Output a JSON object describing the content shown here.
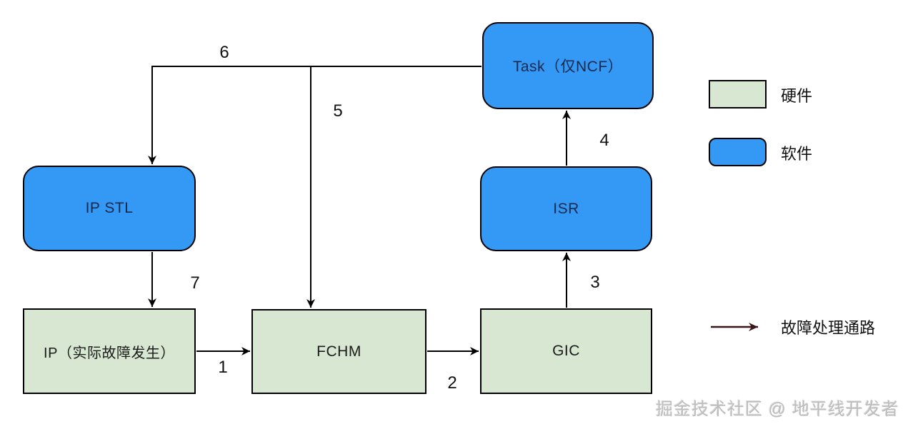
{
  "diagram": {
    "nodes": {
      "task": {
        "label": "Task（仅NCF）",
        "type": "software"
      },
      "ip_stl": {
        "label": "IP STL",
        "type": "software"
      },
      "isr": {
        "label": "ISR",
        "type": "software"
      },
      "ip": {
        "label": "IP（实际故障发生）",
        "type": "hardware"
      },
      "fchm": {
        "label": "FCHM",
        "type": "hardware"
      },
      "gic": {
        "label": "GIC",
        "type": "hardware"
      }
    },
    "edge_labels": {
      "e1": "1",
      "e2": "2",
      "e3": "3",
      "e4": "4",
      "e5": "5",
      "e6": "6",
      "e7": "7"
    },
    "edges_description": [
      "1: IP(实际故障发生) -> FCHM",
      "2: FCHM -> GIC",
      "3: GIC -> ISR",
      "4: ISR -> Task(仅NCF)",
      "5: Task(仅NCF) -> FCHM",
      "6: Task(仅NCF) -> IP STL",
      "7: IP STL -> IP(实际故障发生)"
    ]
  },
  "legend": {
    "hardware_label": "硬件",
    "software_label": "软件",
    "path_label": "故障处理通路"
  },
  "watermark": "掘金技术社区 @ 地平线开发者",
  "colors": {
    "hardware_fill": "#d7e7d1",
    "software_fill": "#3498f5",
    "node_border": "#000000",
    "software_text": "#17294d",
    "hardware_text": "#1b1b1b",
    "flow_arrow": "#000000",
    "legend_arrow": "#3a1519"
  }
}
